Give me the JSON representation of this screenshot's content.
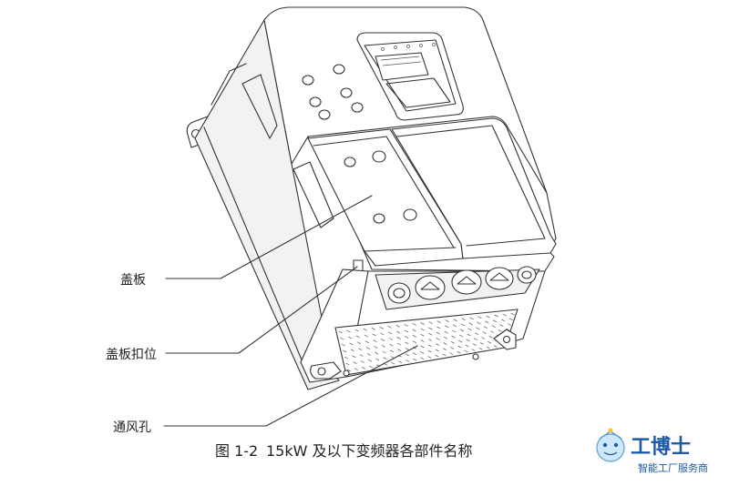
{
  "labels": {
    "cover": "盖板",
    "cover_clip": "盖板扣位",
    "vent": "通风孔"
  },
  "caption": {
    "fig_no": "图 1-2",
    "text": "15kW 及以下变频器各部件名称"
  },
  "watermark": {
    "brand": "工博士",
    "slogan": "智能工厂服务商"
  },
  "colors": {
    "line": "#333333",
    "watermark": "#1e5aa8"
  }
}
